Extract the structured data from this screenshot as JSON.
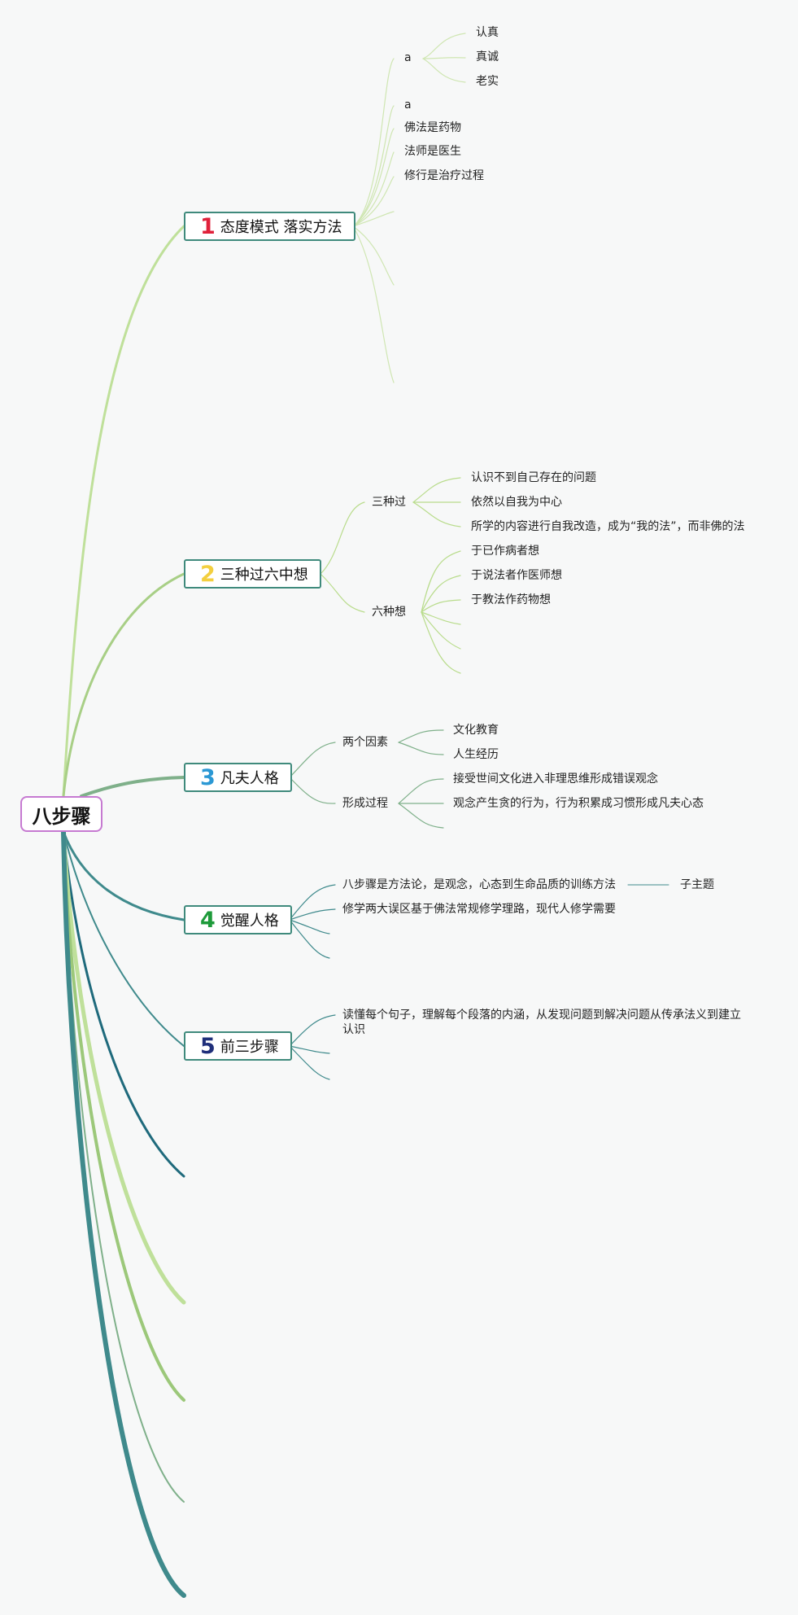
{
  "root": {
    "label": "八步骤"
  },
  "topics": [
    {
      "num": "1",
      "num_color": "#e0213a",
      "label": "态度模式 落实方法",
      "children": [
        {
          "label": "a",
          "children": [
            "认真",
            "真诚",
            "老实"
          ]
        },
        {
          "label": "a"
        },
        {
          "label": "佛法是药物"
        },
        {
          "label": "法师是医生"
        },
        {
          "label": "修行是治疗过程"
        }
      ]
    },
    {
      "num": "2",
      "num_color": "#f3cf3f",
      "label": "三种过六中想",
      "children": [
        {
          "label": "三种过",
          "children": [
            "认识不到自己存在的问题",
            "依然以自我为中心",
            "所学的内容进行自我改造，成为“我的法”，而非佛的法"
          ]
        },
        {
          "label": "六种想",
          "children": [
            "于已作病者想",
            "于说法者作医师想",
            "于教法作药物想"
          ]
        }
      ]
    },
    {
      "num": "3",
      "num_color": "#2b98d4",
      "label": "凡夫人格",
      "children": [
        {
          "label": "两个因素",
          "children": [
            "文化教育",
            "人生经历"
          ]
        },
        {
          "label": "形成过程",
          "children": [
            "接受世间文化进入非理思维形成错误观念",
            "观念产生贪的行为，行为积累成习惯形成凡夫心态"
          ]
        }
      ]
    },
    {
      "num": "4",
      "num_color": "#1e9a3a",
      "label": "觉醒人格",
      "children": [
        {
          "label": "八步骤是方法论，是观念，心态到生命品质的训练方法",
          "children": [
            "子主题"
          ]
        },
        {
          "label": "修学两大误区基于佛法常规修学理路，现代人修学需要"
        }
      ]
    },
    {
      "num": "5",
      "num_color": "#1f2f7a",
      "label": "前三步骤",
      "children": [
        {
          "label": "读懂每个句子，理解每个段落的内涵，从发现问题到解决问题从传承法义到建立认识"
        }
      ]
    }
  ],
  "colors": {
    "root_border": "#c67ad1",
    "topic_border": "#3f8a7c",
    "branch_light": "#b9dc8c",
    "branch_mid": "#9cc87a",
    "branch_teal": "#3f8a7c",
    "branch_dark": "#1f6a7c"
  }
}
